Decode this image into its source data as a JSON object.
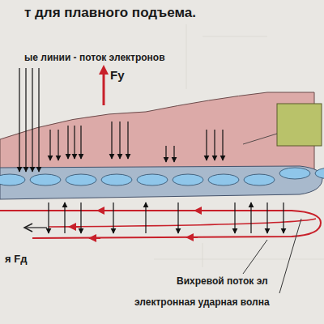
{
  "diagram": {
    "title": "т для плавного подъема.",
    "labels": [
      "ые линии - поток электронов",
      "Fу",
      "я Fд",
      "Вихревой поток эл",
      "электронная ударная волна"
    ]
  }
}
